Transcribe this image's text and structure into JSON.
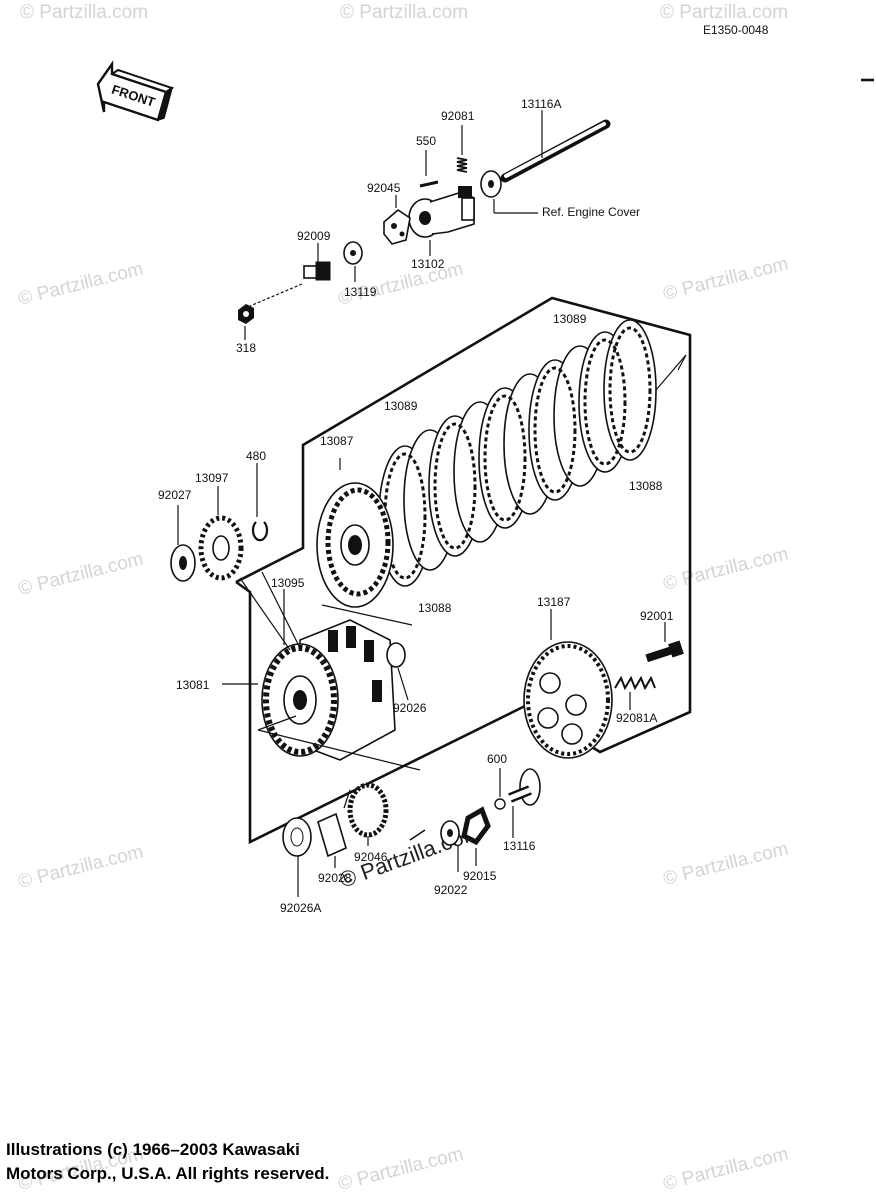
{
  "diagram_code": "E1350-0048",
  "front_label": "FRONT",
  "ref_label": "Ref.  Engine Cover",
  "watermark": "© Partzilla.com",
  "parts": [
    {
      "id": "p92081",
      "label": "92081"
    },
    {
      "id": "p13116A",
      "label": "13116A"
    },
    {
      "id": "p550",
      "label": "550"
    },
    {
      "id": "p92045",
      "label": "92045"
    },
    {
      "id": "p13102",
      "label": "13102"
    },
    {
      "id": "p92009",
      "label": "92009"
    },
    {
      "id": "p13119",
      "label": "13119"
    },
    {
      "id": "p318",
      "label": "318"
    },
    {
      "id": "p13089a",
      "label": "13089"
    },
    {
      "id": "p13089b",
      "label": "13089"
    },
    {
      "id": "p13087",
      "label": "13087"
    },
    {
      "id": "p480",
      "label": "480"
    },
    {
      "id": "p13097",
      "label": "13097"
    },
    {
      "id": "p92027",
      "label": "92027"
    },
    {
      "id": "p13088a",
      "label": "13088"
    },
    {
      "id": "p13088b",
      "label": "13088"
    },
    {
      "id": "p13095",
      "label": "13095"
    },
    {
      "id": "p13081",
      "label": "13081"
    },
    {
      "id": "p92026",
      "label": "92026"
    },
    {
      "id": "p13187",
      "label": "13187"
    },
    {
      "id": "p92001",
      "label": "92001"
    },
    {
      "id": "p92081A",
      "label": "92081A"
    },
    {
      "id": "p600",
      "label": "600"
    },
    {
      "id": "p13116",
      "label": "13116"
    },
    {
      "id": "p92046",
      "label": "92046"
    },
    {
      "id": "p92028",
      "label": "92028"
    },
    {
      "id": "p92022",
      "label": "92022"
    },
    {
      "id": "p92015",
      "label": "92015"
    },
    {
      "id": "p92026A",
      "label": "92026A"
    }
  ],
  "copyright_line1": "Illustrations (c) 1966–2003 Kawasaki",
  "copyright_line2": "Motors Corp., U.S.A.  All rights reserved."
}
